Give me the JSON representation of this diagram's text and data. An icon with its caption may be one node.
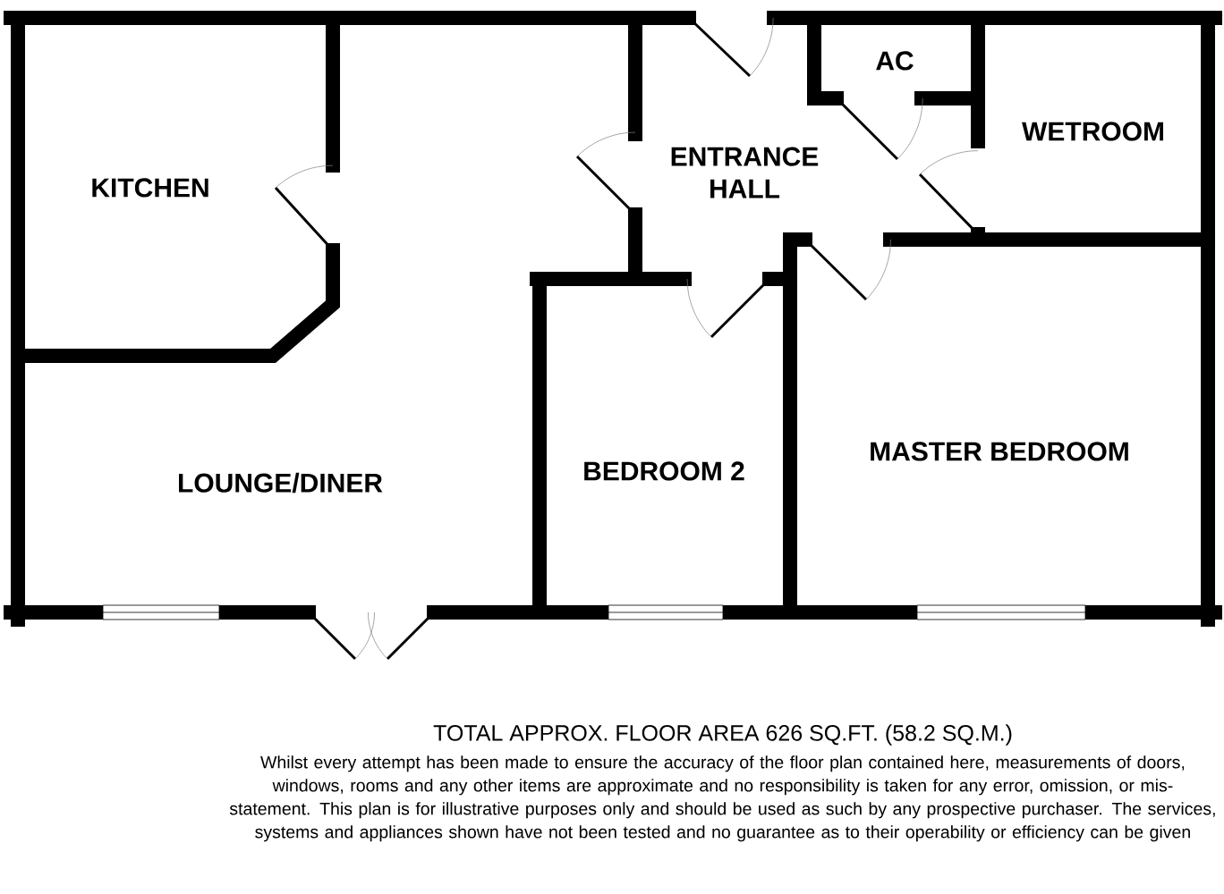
{
  "diagram": {
    "title": "TOTAL APPROX. FLOOR AREA 626 SQ.FT. (58.2 SQ.M.)",
    "caption": "Whilst every attempt has been made to ensure the accuracy of the floor plan contained here, measurements of doors, windows, rooms and any other items are approximate and no responsibility is taken for any error, omission, or mis-statement. This plan is for illustrative purposes only and should be used as such by any prospective purchaser. The services, systems and appliances shown have not been tested and no guarantee as to their operability or efficiency can be given",
    "labels": [
      "AC",
      "KITCHEN",
      "ENTRANCE HALL",
      "WETROOM",
      "MASTER BEDROOM",
      "BEDROOM 2",
      "LOUNGE/DINER"
    ]
  }
}
